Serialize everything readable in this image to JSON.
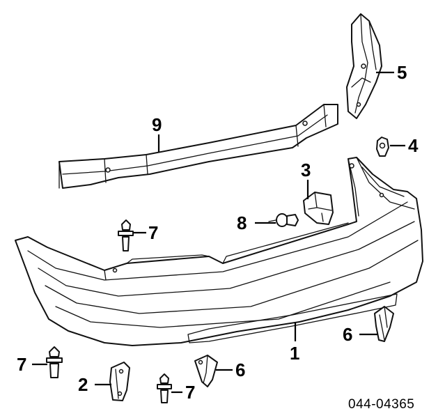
{
  "diagram": {
    "reference_code": "044-04365",
    "callouts": [
      {
        "id": "c1",
        "label": "1"
      },
      {
        "id": "c2",
        "label": "2"
      },
      {
        "id": "c3",
        "label": "3"
      },
      {
        "id": "c4",
        "label": "4"
      },
      {
        "id": "c5",
        "label": "5"
      },
      {
        "id": "c6a",
        "label": "6"
      },
      {
        "id": "c6b",
        "label": "6"
      },
      {
        "id": "c7a",
        "label": "7"
      },
      {
        "id": "c7b",
        "label": "7"
      },
      {
        "id": "c7c",
        "label": "7"
      },
      {
        "id": "c8",
        "label": "8"
      },
      {
        "id": "c9",
        "label": "9"
      }
    ]
  }
}
